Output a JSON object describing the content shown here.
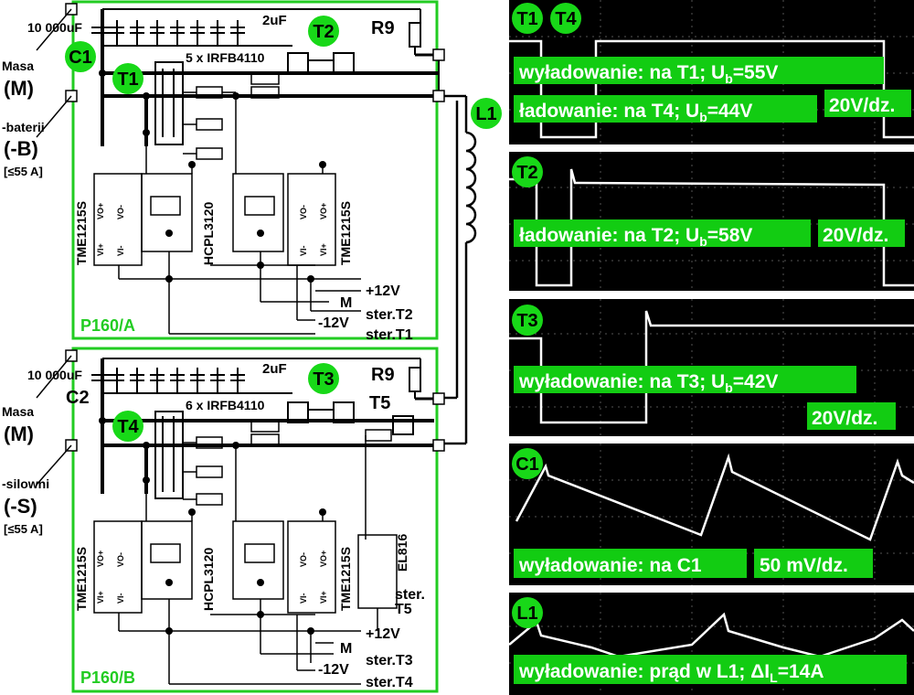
{
  "schematic": {
    "boards": [
      {
        "name": "P160/A",
        "cap_big": "10 000uF",
        "cap_small": "2uF",
        "cap_tag": "C1",
        "mosfets": "5 x IRFB4110",
        "resistor": "R9",
        "fet_left": "T1",
        "fet_right": "T2",
        "ground_label": "Masa",
        "ground_short": "(M)",
        "input_label": "-baterii",
        "input_short": "(-B)",
        "current": "[≤55 A]",
        "dcdc_left": "TME1215S",
        "dcdc_right": "TME1215S",
        "driver": "HCPL3120",
        "pins": [
          "VO+",
          "VO-",
          "VI-",
          "VI+"
        ],
        "rails": [
          "+12V",
          "M",
          "ster.T2",
          "-12V",
          "ster.T1"
        ]
      },
      {
        "name": "P160/B",
        "cap_big": "10 000uF",
        "cap_small": "2uF",
        "cap_tag": "C2",
        "mosfets": "6 x IRFB4110",
        "resistor": "R9",
        "fet_left": "T4",
        "fet_right": "T3",
        "fet_extra": "T5",
        "ground_label": "Masa",
        "ground_short": "(M)",
        "input_label": "-silowni",
        "input_short": "(-S)",
        "current": "[≤55 A]",
        "dcdc_left": "TME1215S",
        "dcdc_right": "TME1215S",
        "driver": "HCPL3120",
        "opto": "EL816",
        "opto_ctrl": [
          "ster.",
          "T5"
        ],
        "pins": [
          "VO+",
          "VO-",
          "VI-",
          "VI+"
        ],
        "rails": [
          "+12V",
          "M",
          "ster.T3",
          "-12V",
          "ster.T4"
        ]
      }
    ],
    "inductor": "L1"
  },
  "scope_panels": [
    {
      "id": "p1",
      "tags": [
        "T1",
        "T4"
      ],
      "lines": [
        {
          "text": "wyładowanie: na T1; U",
          "sub": "b",
          "tail": "=55V"
        },
        {
          "text": "ładowanie: na T4; U",
          "sub": "b",
          "tail": "=44V"
        }
      ],
      "scale": "20V/dz."
    },
    {
      "id": "p2",
      "tags": [
        "T2"
      ],
      "lines": [
        {
          "text": "ładowanie: na T2; U",
          "sub": "b",
          "tail": "=58V"
        }
      ],
      "scale": "20V/dz."
    },
    {
      "id": "p3",
      "tags": [
        "T3"
      ],
      "lines": [
        {
          "text": "wyładowanie: na T3; U",
          "sub": "b",
          "tail": "=42V"
        }
      ],
      "scale": "20V/dz."
    },
    {
      "id": "p4",
      "tags": [
        "C1"
      ],
      "lines": [
        {
          "text": "wyładowanie: na C1",
          "sub": "",
          "tail": ""
        }
      ],
      "scale": "50 mV/dz."
    },
    {
      "id": "p5",
      "tags": [
        "L1"
      ],
      "lines": [
        {
          "text": "wyładowanie: prąd w L1; ΔI",
          "sub": "L",
          "tail": "=14A"
        }
      ],
      "scale": ""
    }
  ],
  "colors": {
    "board_border": "#22cc22",
    "tag_green": "#18d818",
    "label_bg": "#12cc12",
    "scope_bg": "#000000",
    "trace": "#ffffff"
  }
}
